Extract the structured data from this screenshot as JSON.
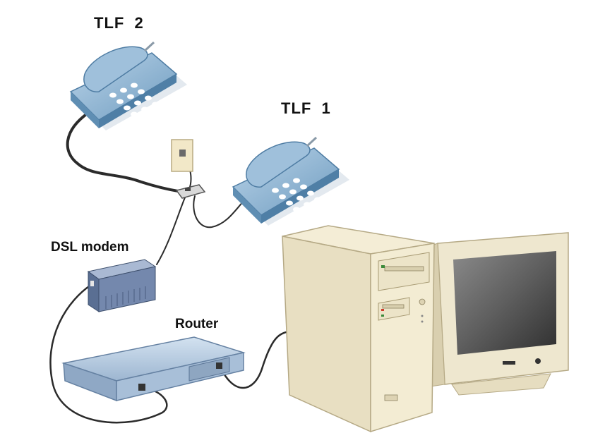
{
  "labels": {
    "tlf2": "TLF  2",
    "tlf1": "TLF  1",
    "dsl_modem": "DSL modem",
    "router": "Router"
  },
  "colors": {
    "phone_body": "#8fb6d4",
    "phone_dark": "#5f8eb3",
    "phone_keys": "#ffffff",
    "modem_body": "#6d84a8",
    "router_body": "#b7cde3",
    "pc_beige": "#efe6c9",
    "pc_shadow": "#d6caa4",
    "screen": "#6a6a6a",
    "cable": "#2b2b2b"
  },
  "icons": {
    "phone": "telephone-icon",
    "wall_socket": "wall-socket-icon",
    "splitter": "splitter-icon",
    "modem": "dsl-modem-icon",
    "router": "router-icon",
    "computer": "desktop-computer-icon"
  }
}
